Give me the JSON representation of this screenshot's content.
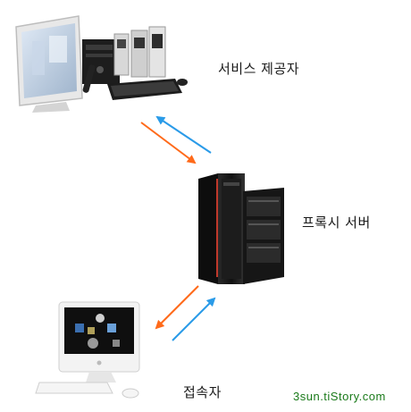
{
  "nodes": {
    "provider": {
      "label": "서비스 제공자",
      "icon": "desktop-pc-icon"
    },
    "proxy": {
      "label": "프록시 서버",
      "icon": "server-rack-icon"
    },
    "client": {
      "label": "접속자",
      "icon": "imac-computer-icon"
    }
  },
  "watermark": {
    "text": "3sun.tiStory.com",
    "color": "#1a7a1a"
  },
  "colors": {
    "request_arrow": "#ff6a1a",
    "response_arrow": "#2a9be8"
  }
}
